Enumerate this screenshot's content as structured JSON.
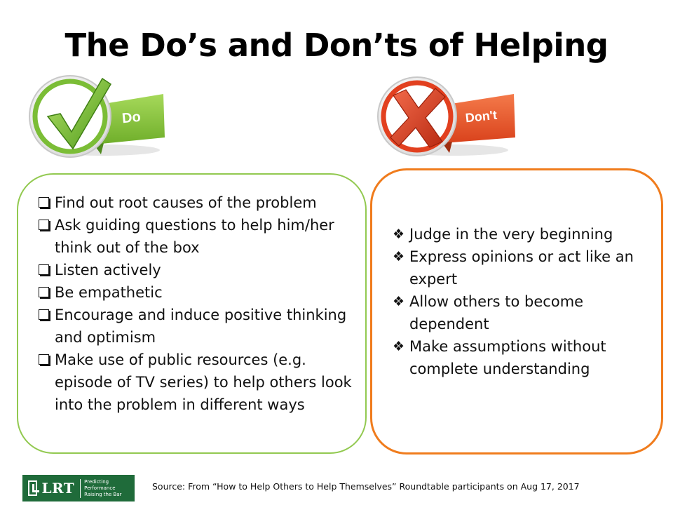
{
  "title": "The Do’s and Don’ts of Helping",
  "do_section": {
    "badge_label": "Do",
    "accent_color": "#92c950",
    "items": [
      "Find out root causes of the problem",
      "Ask guiding questions to help him/her think out of the box",
      "Listen actively",
      "Be empathetic",
      "Encourage and induce positive thinking and optimism",
      "Make use of public resources (e.g. episode of TV series) to help others look into the problem in different ways"
    ]
  },
  "dont_section": {
    "badge_label": "Don't",
    "accent_color": "#f07c1d",
    "items": [
      "Judge in the very beginning",
      "Express opinions or act like an expert",
      "Allow others to become dependent",
      "Make assumptions without complete understanding"
    ]
  },
  "footer": {
    "logo_text": "LRT",
    "logo_subtext": "Predicting Performance Raising the Bar",
    "source": "Source: From “How to Help Others to Help Themselves” Roundtable participants on Aug 17, 2017"
  },
  "icons": {
    "do_icon": "checkmark-icon",
    "dont_icon": "cross-icon",
    "do_bullet": "checkbox-bullet-icon",
    "dont_bullet": "diamond-bullet-icon"
  }
}
